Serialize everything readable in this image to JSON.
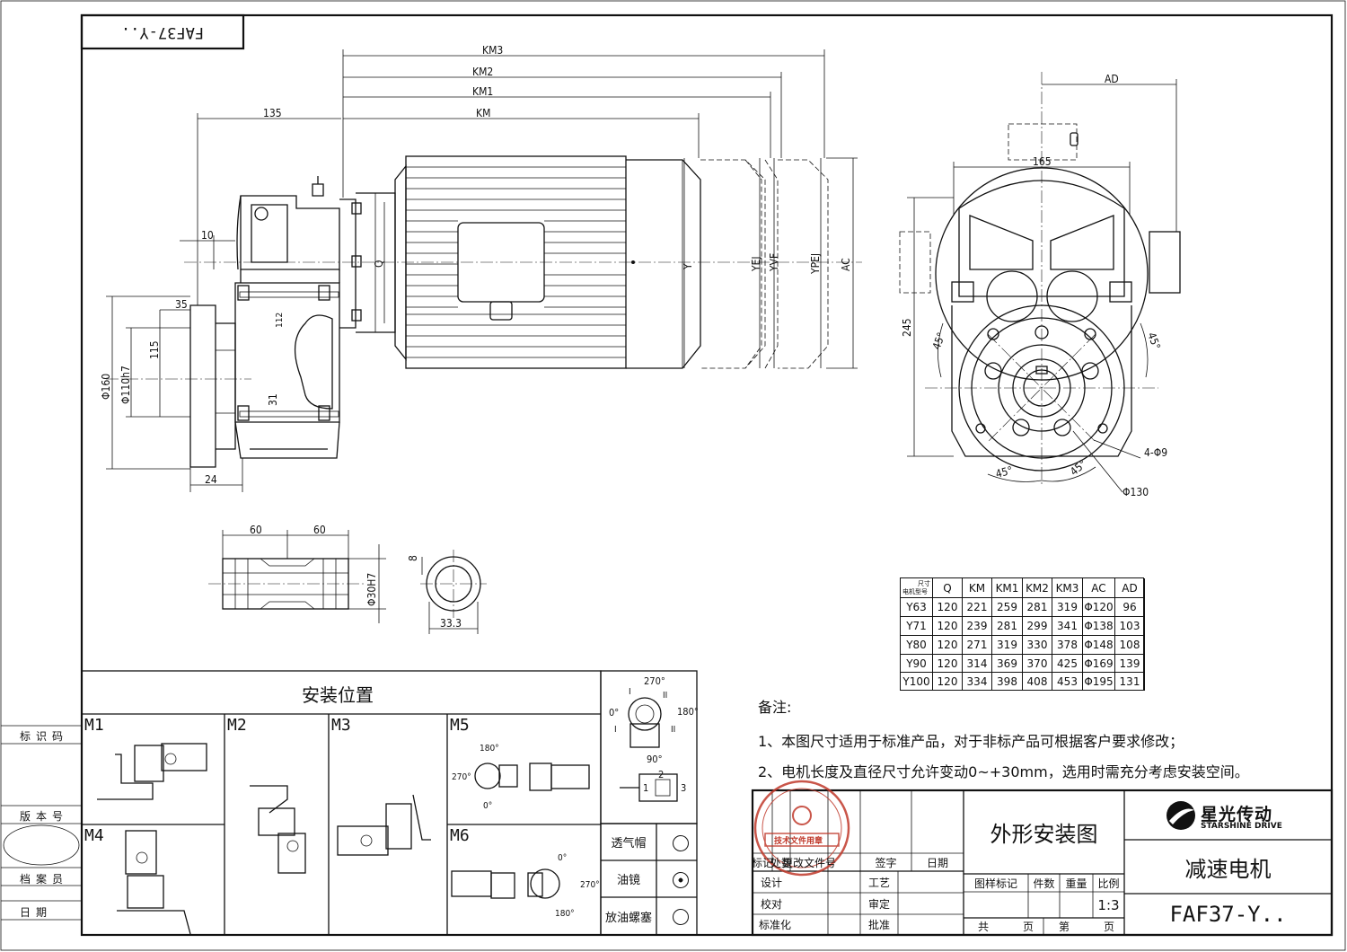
{
  "title_block_code": "FAF37-Y..",
  "main_dims": {
    "km3": "KM3",
    "km2": "KM2",
    "km1": "KM1",
    "km": "KM",
    "d135": "135",
    "d10": "10",
    "d35": "35",
    "d115": "115",
    "d160": "Φ160",
    "d110": "Φ110h7",
    "d24": "24",
    "d112": "112",
    "d31": "31",
    "q": "Q",
    "y": "Y",
    "yej": "YEJ",
    "yvf": "YVF",
    "ypej": "YPEJ",
    "ac": "AC"
  },
  "side_dims": {
    "ad": "AD",
    "d165": "165",
    "d245": "245",
    "a45": "45°",
    "holes": "4-Φ9",
    "d130": "Φ130"
  },
  "shaft_dims": {
    "d60a": "60",
    "d60b": "60",
    "d30": "Φ30H7",
    "d8": "8",
    "d333": "33.3"
  },
  "spec_table": {
    "corner_top": "尺寸",
    "corner_bottom": "电机型号",
    "headers": [
      "Q",
      "KM",
      "KM1",
      "KM2",
      "KM3",
      "AC",
      "AD"
    ],
    "rows": [
      {
        "model": "Y63",
        "values": [
          "120",
          "221",
          "259",
          "281",
          "319",
          "Φ120",
          "96"
        ]
      },
      {
        "model": "Y71",
        "values": [
          "120",
          "239",
          "281",
          "299",
          "341",
          "Φ138",
          "103"
        ]
      },
      {
        "model": "Y80",
        "values": [
          "120",
          "271",
          "319",
          "330",
          "378",
          "Φ148",
          "108"
        ]
      },
      {
        "model": "Y90",
        "values": [
          "120",
          "314",
          "369",
          "370",
          "425",
          "Φ169",
          "139"
        ]
      },
      {
        "model": "Y100",
        "values": [
          "120",
          "334",
          "398",
          "408",
          "453",
          "Φ195",
          "131"
        ]
      }
    ]
  },
  "notes": {
    "heading": "备注:",
    "line1": "1、本图尺寸适用于标准产品，对于非标产品可根据客户要求修改；",
    "line2": "2、电机长度及直径尺寸允许变动0~+30mm，选用时需充分考虑安装空间。"
  },
  "mounting": {
    "title": "安装位置",
    "labels": [
      "M1",
      "M2",
      "M3",
      "M5",
      "M4",
      "M6"
    ],
    "angles": {
      "a270": "270°",
      "a180": "180°",
      "a0": "0°",
      "a90": "90°"
    },
    "orient_marks": {
      "one": "1",
      "two": "2",
      "three": "3",
      "r1": "I",
      "r2": "II"
    }
  },
  "legend": [
    "透气帽",
    "油镜",
    "放油螺塞"
  ],
  "side_labels": [
    "标识码",
    "版本号",
    "档案员",
    "日期"
  ],
  "title_block": {
    "drawing_name": "外形安装图",
    "product": "减速电机",
    "model": "FAF37-Y..",
    "company_cn": "星光传动",
    "company_en": "STARSHINE DRIVE",
    "stamp_text": "技术文件用章",
    "r1": [
      "标记",
      "处数",
      "更改文件号",
      "签字",
      "日期"
    ],
    "design": "设计",
    "process": "工艺",
    "check": "校对",
    "approve_check": "审定",
    "standard": "标准化",
    "approve": "批准",
    "stage_headers": [
      "图样标记",
      "件数",
      "重量",
      "比例"
    ],
    "scale": "1:3",
    "total": "共",
    "page1": "页",
    "sheet": "第",
    "page2": "页"
  }
}
